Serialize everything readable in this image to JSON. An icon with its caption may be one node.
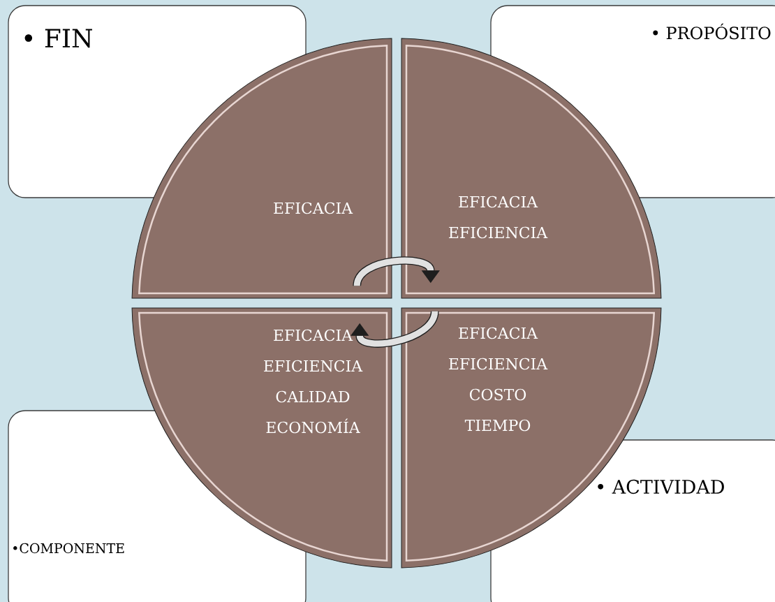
{
  "diagram": {
    "nodes": [
      {
        "text": [
          "• FIN"
        ]
      },
      {
        "text": [
          "• PROPÓSITO"
        ]
      },
      {
        "text": [
          "•COMPONENTE"
        ]
      },
      {
        "text": [
          "• ACTIVIDAD"
        ]
      },
      {
        "text": [
          "EFICACIA"
        ]
      },
      {
        "text": [
          "EFICACIA",
          "EFICIENCIA"
        ]
      },
      {
        "text": [
          "EFICACIA",
          "EFICIENCIA",
          "CALIDAD",
          "ECONOMÍA"
        ]
      },
      {
        "text": [
          "EFICACIA",
          "EFICIENCIA",
          "COSTO",
          "TIEMPO"
        ]
      }
    ],
    "edges": [
      {
        "from": 4,
        "to": 5,
        "arrow": "to"
      },
      {
        "from": 7,
        "to": 6,
        "arrow": "to"
      }
    ]
  }
}
